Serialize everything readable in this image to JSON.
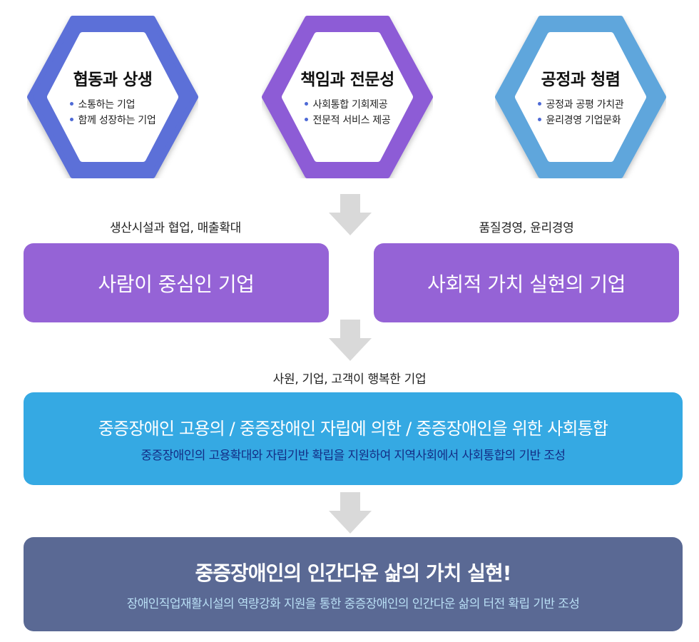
{
  "hexagons": [
    {
      "title": "협동과 상생",
      "items": [
        "소통하는 기업",
        "함께 성장하는 기업"
      ],
      "color": "#5b6fd8",
      "dot_color": "#4e6ad6"
    },
    {
      "title": "책임과 전문성",
      "items": [
        "사회통합 기회제공",
        "전문적 서비스 제공"
      ],
      "color": "#8d5cd6",
      "dot_color": "#4e6ad6"
    },
    {
      "title": "공정과 청렴",
      "items": [
        "공정과 공평 가치관",
        "윤리경영 기업문화"
      ],
      "color": "#5fa6dc",
      "dot_color": "#4e6ad6"
    }
  ],
  "captions": {
    "left": "생산시설과 협업, 매출확대",
    "right": "품질경영, 윤리경영",
    "middle": "사원, 기업, 고객이 행복한 기업"
  },
  "boxes": {
    "left": "사람이 중심인 기업",
    "right": "사회적 가치 실현의 기업",
    "blue_title": "중증장애인 고용의 / 중증장애인 자립에 의한 / 중증장애인을 위한 사회통합",
    "blue_sub": "중증장애인의 고용확대와 자립기반 확립을 지원하여 지역사회에서 사회통합의 기반 조성",
    "final_title": "중증장애인의 인간다운 삶의 가치 실현!",
    "final_sub": "장애인직업재활시설의 역량강화 지원을 통한 중증장애인의 인간다운 삶의 터전 확립 기반 조성"
  },
  "colors": {
    "purple_box": "#9563d6",
    "blue_box": "#35a9e3",
    "navy_box": "#5a6994",
    "arrow": "#d9d9d9"
  }
}
